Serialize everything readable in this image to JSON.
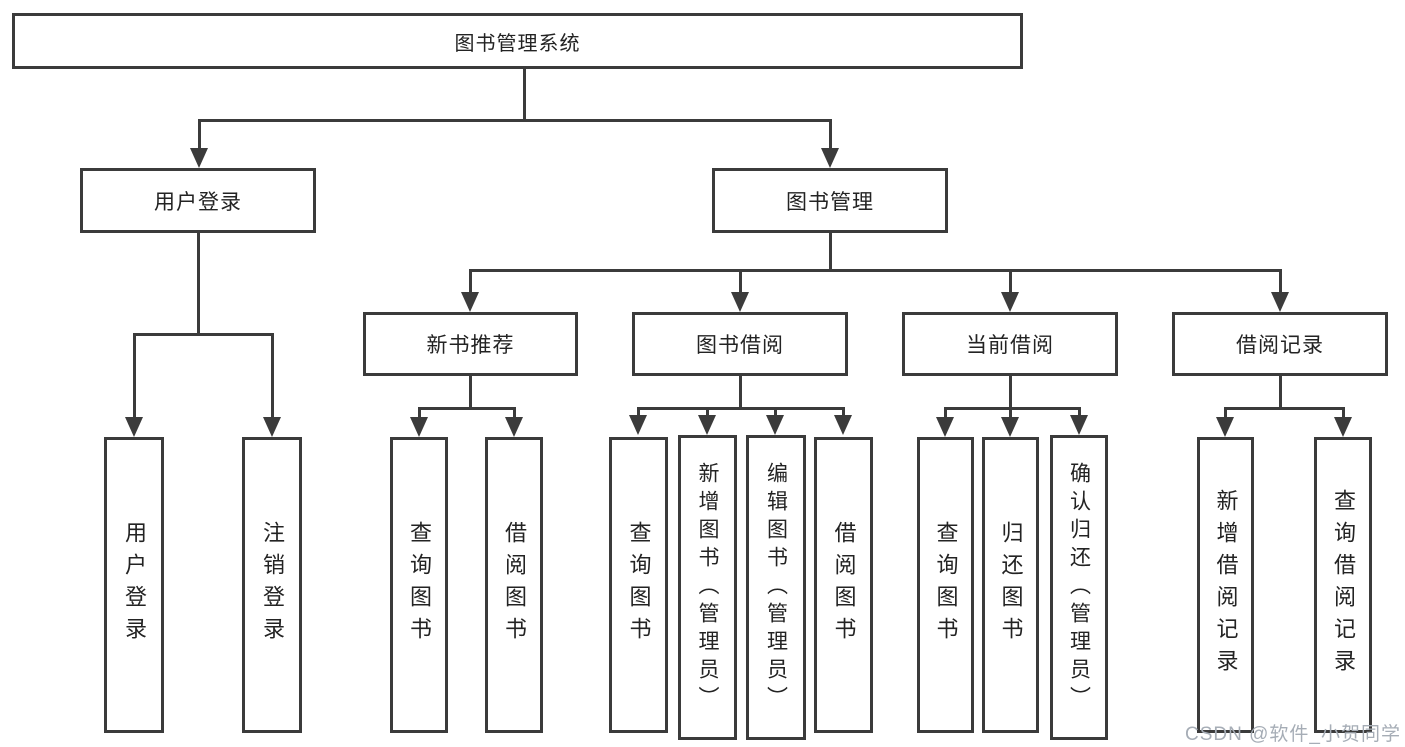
{
  "diagram": {
    "title": "图书管理系统",
    "branches": {
      "user_login": "用户登录",
      "book_manage": "图书管理"
    },
    "modules": {
      "new_book": "新书推荐",
      "book_borrow": "图书借阅",
      "current_borrow": "当前借阅",
      "borrow_record": "借阅记录"
    },
    "leaves": {
      "user_login": [
        "用户登录",
        "注销登录"
      ],
      "new_book": [
        "查询图书",
        "借阅图书"
      ],
      "book_borrow": [
        "查询图书",
        "新增图书（管理员）",
        "编辑图书（管理员）",
        "借阅图书"
      ],
      "current_borrow": [
        "查询图书",
        "归还图书",
        "确认归还（管理员）"
      ],
      "borrow_record": [
        "新增借阅记录",
        "查询借阅记录"
      ]
    },
    "line_color": "#3b3b3b"
  },
  "watermark": "CSDN @软件_小贺同学"
}
